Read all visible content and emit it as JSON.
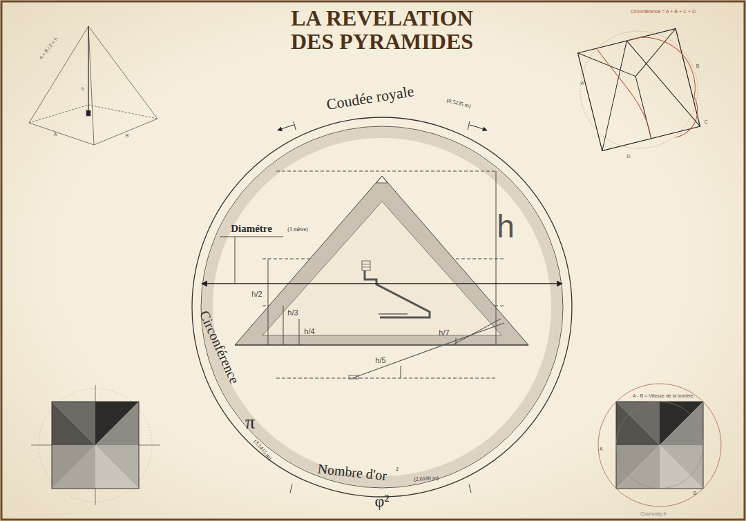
{
  "diagram": {
    "title": "LA REVELATION DES PYRAMIDES",
    "labels": [
      "Coudée royale",
      "(0.5235 m)",
      "Diamétre",
      "(1 mètre)",
      "Circonférence",
      "π",
      "(3.1415 m)",
      "Nombre d'or",
      "²",
      "(2.6180 m)",
      "φ²",
      "h",
      "h/2",
      "h/3",
      "h/4",
      "h/7",
      "h/5",
      "A + B / 2 = h",
      "h",
      "A",
      "B",
      "Circonférence = A + B + C + D",
      "A",
      "B",
      "C",
      "D",
      "A - B = Vitesse de la lumière",
      "A",
      "B",
      "Cosmostp.fr"
    ]
  }
}
